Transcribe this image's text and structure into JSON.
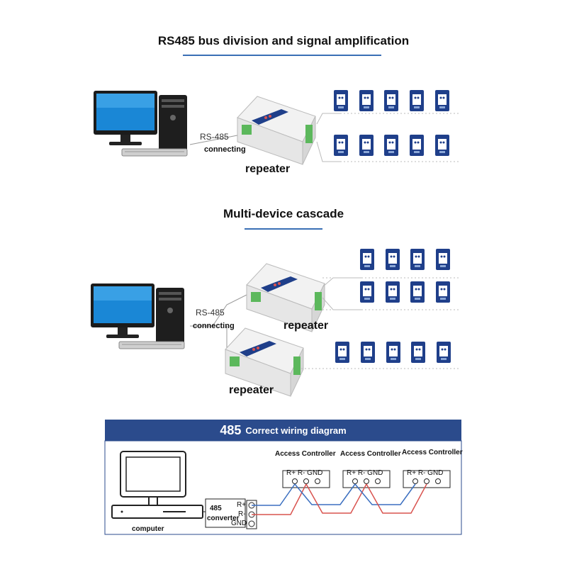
{
  "section1": {
    "title": "RS485 bus division and signal amplification",
    "rs485": "RS-485",
    "connecting": "connecting",
    "repeater": "repeater"
  },
  "section2": {
    "title": "Multi-device cascade",
    "rs485": "RS-485",
    "connecting": "connecting",
    "repeater_a": "repeater",
    "repeater_b": "repeater"
  },
  "section3": {
    "banner_number": "485",
    "banner_text": "Correct wiring diagram",
    "controller_label": "Access Controller",
    "terminal_label": "R+ R- GND",
    "computer_label": "computer",
    "converter_line1": "485",
    "converter_line2": "converter",
    "rplus": "R+",
    "rminus": "R-",
    "gnd": "GND"
  },
  "colors": {
    "accent_blue": "#2b4b8c",
    "device_blue": "#1f3f8a",
    "wire_red": "#d9534f",
    "wire_blue": "#3b6fc0"
  },
  "icons": [
    "desktop-computer-icon",
    "rs485-repeater-icon",
    "rs485-device-icon",
    "monitor-outline-icon"
  ]
}
